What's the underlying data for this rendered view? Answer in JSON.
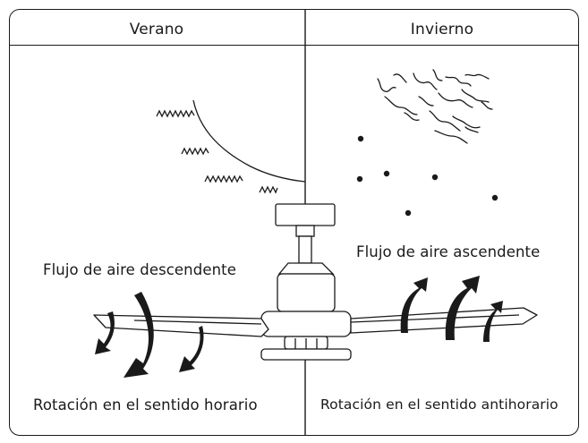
{
  "columns": {
    "summer": {
      "title": "Verano",
      "airflow_label": "Flujo de aire descendente",
      "rotation_label": "Rotación en el sentido horario"
    },
    "winter": {
      "title": "Invierno",
      "airflow_label": "Flujo de aire ascendente",
      "rotation_label": "Rotación en el sentido antihorario"
    }
  },
  "icons": [
    "ceiling-fan-icon",
    "downward-arrow-icon",
    "upward-arrow-icon",
    "warm-air-icon",
    "dust-particle-icon"
  ],
  "colors": {
    "line": "#1a1a1a",
    "background": "#ffffff"
  }
}
